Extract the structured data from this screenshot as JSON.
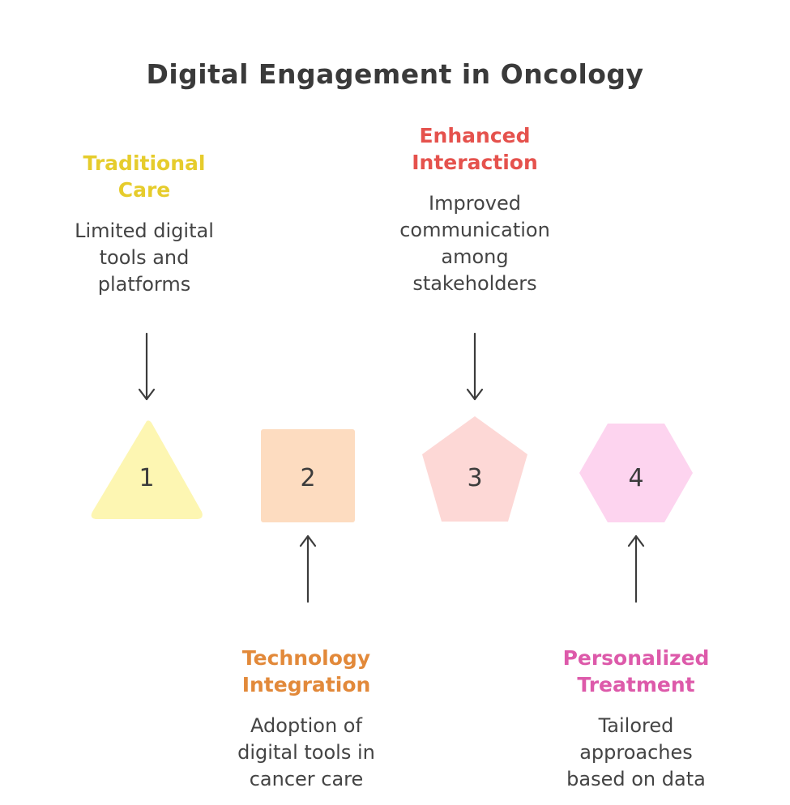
{
  "title": "Digital Engagement in Oncology",
  "steps": [
    {
      "number": "1",
      "title_line1": "Traditional",
      "title_line2": "Care",
      "desc_lines": [
        "Limited digital",
        "tools and",
        "platforms"
      ],
      "shape": "triangle",
      "title_color": "#e6cc2c",
      "fill_color": "#fdf6b2"
    },
    {
      "number": "2",
      "title_line1": "Technology",
      "title_line2": "Integration",
      "desc_lines": [
        "Adoption of",
        "digital tools in",
        "cancer care"
      ],
      "shape": "square",
      "title_color": "#e2893a",
      "fill_color": "#fddcc0"
    },
    {
      "number": "3",
      "title_line1": "Enhanced",
      "title_line2": "Interaction",
      "desc_lines": [
        "Improved",
        "communication",
        "among",
        "stakeholders"
      ],
      "shape": "pentagon",
      "title_color": "#e5524d",
      "fill_color": "#fdd8d6"
    },
    {
      "number": "4",
      "title_line1": "Personalized",
      "title_line2": "Treatment",
      "desc_lines": [
        "Tailored",
        "approaches",
        "based on data"
      ],
      "shape": "hexagon",
      "title_color": "#dd5aaa",
      "fill_color": "#fdd4ef"
    }
  ],
  "arrow_color": "#3c3c3c"
}
